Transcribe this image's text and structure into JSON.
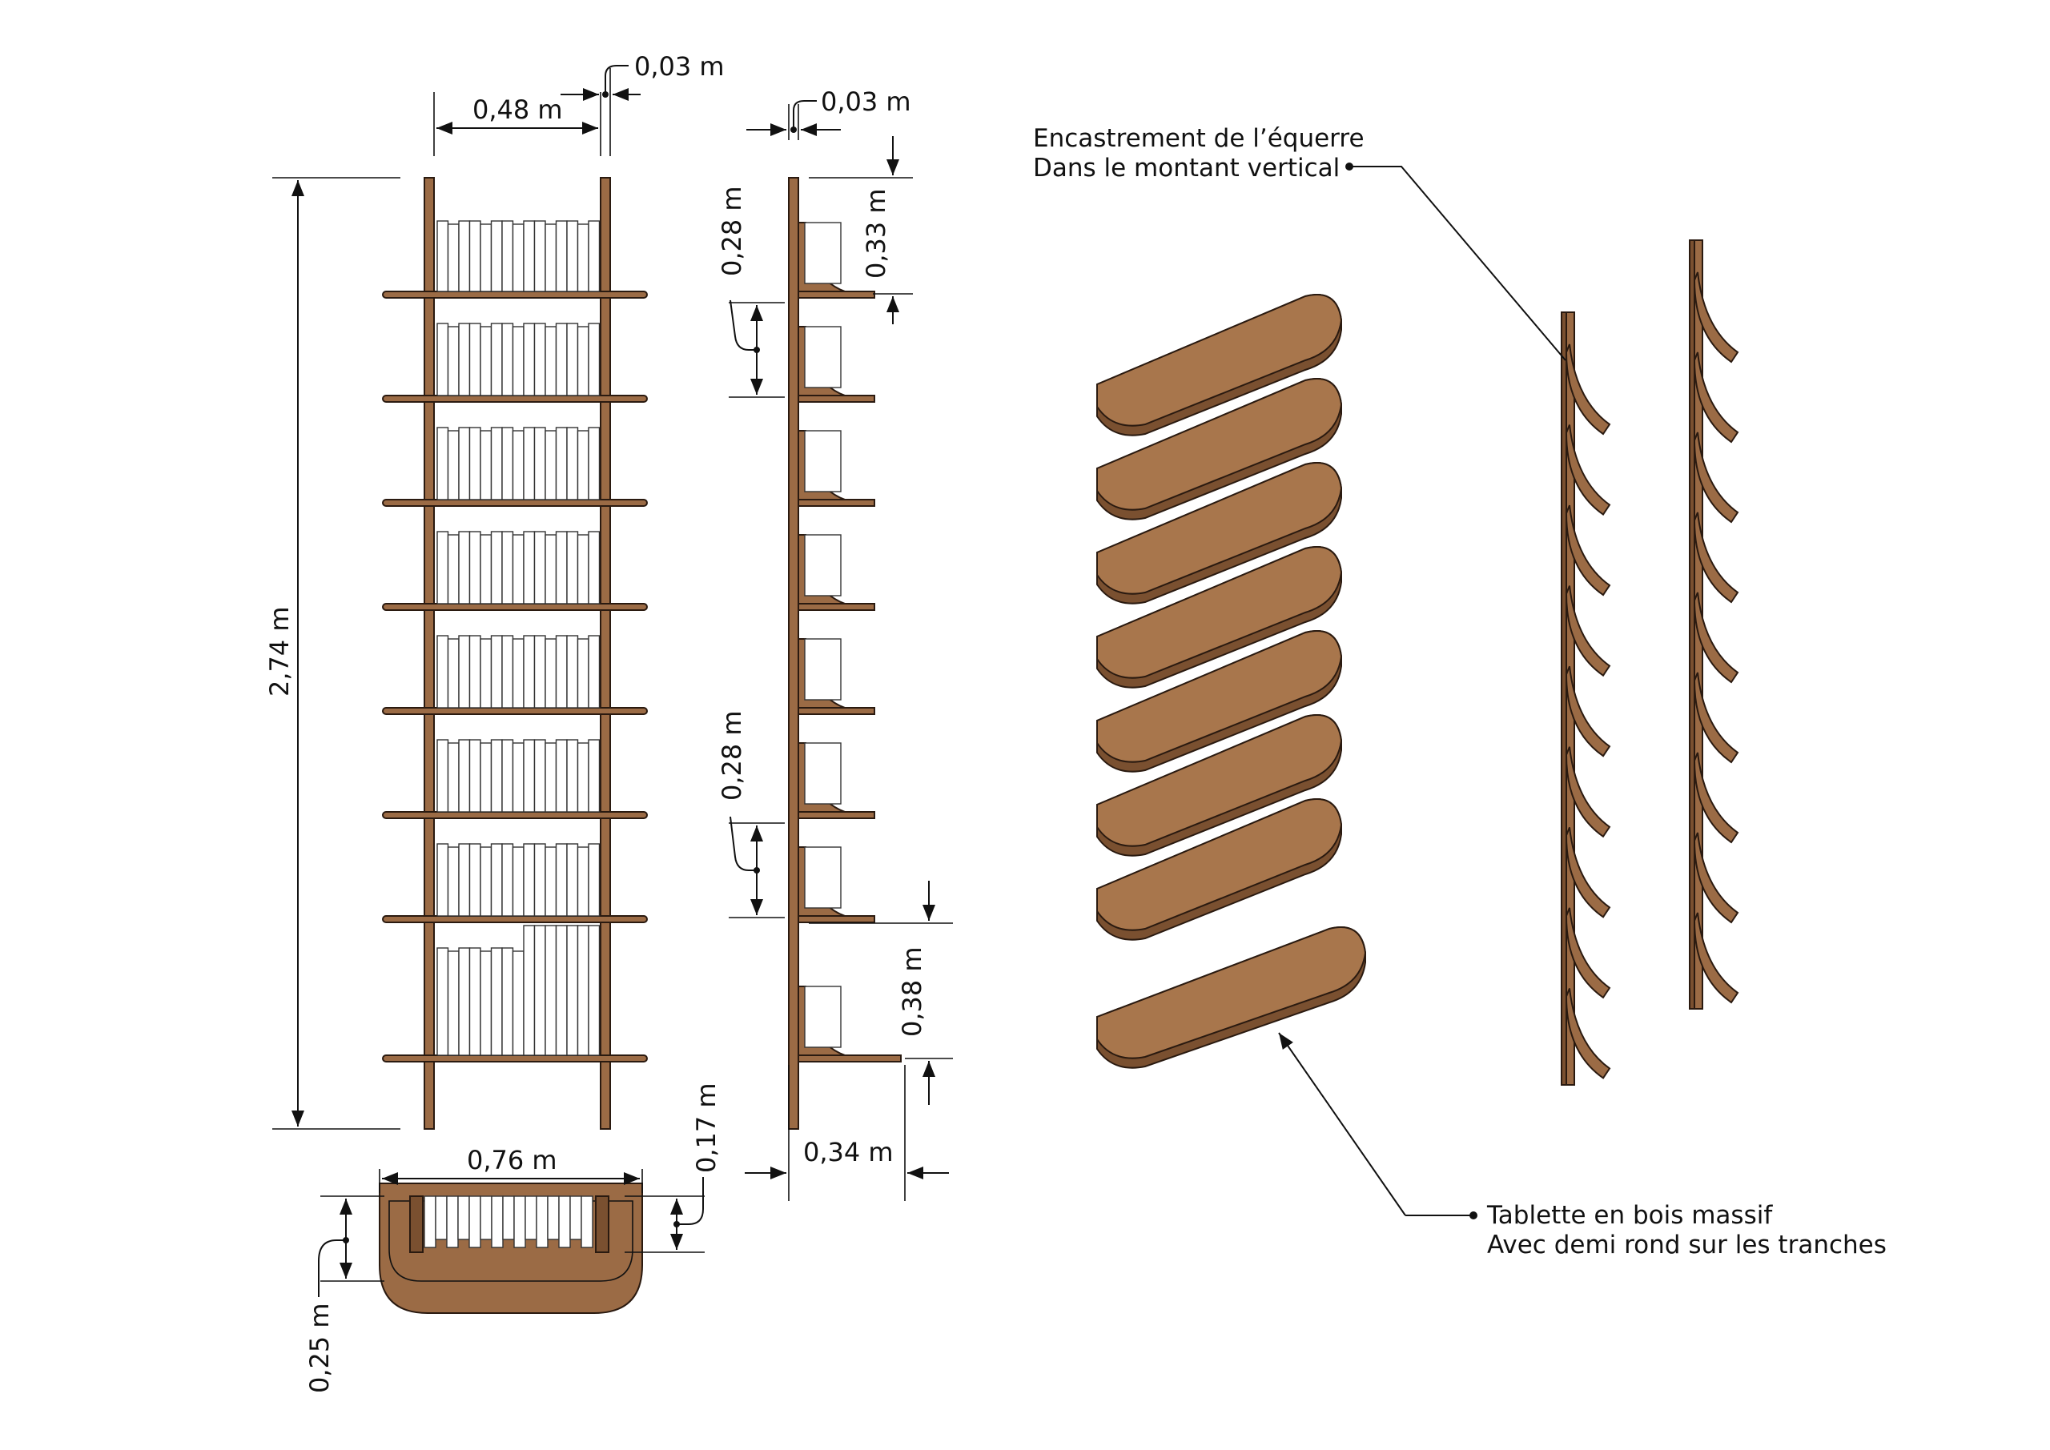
{
  "dimensions": {
    "front_width": "0,48 m",
    "upright_thickness_front": "0,03 m",
    "total_height": "2,74 m",
    "upright_thickness_side": "0,03 m",
    "bracket_height_upper": "0,28 m",
    "shelf_spacing_upper": "0,33 m",
    "bracket_height_lower": "0,28 m",
    "bottom_spacing": "0,38 m",
    "shelf_depth": "0,34 m",
    "shelf_width": "0,76 m",
    "top_depth": "0,17 m",
    "plan_depth": "0,25 m"
  },
  "annotations": {
    "bracket_line1": "Encastrement de l’équerre",
    "bracket_line2": "Dans le montant vertical",
    "shelf_line1": "Tablette en bois massif",
    "shelf_line2": "Avec demi rond sur les tranches"
  },
  "colors": {
    "wood": "#9b6b45",
    "wood_edge": "#2a1a10",
    "line": "#111111",
    "books": "#ffffff"
  }
}
